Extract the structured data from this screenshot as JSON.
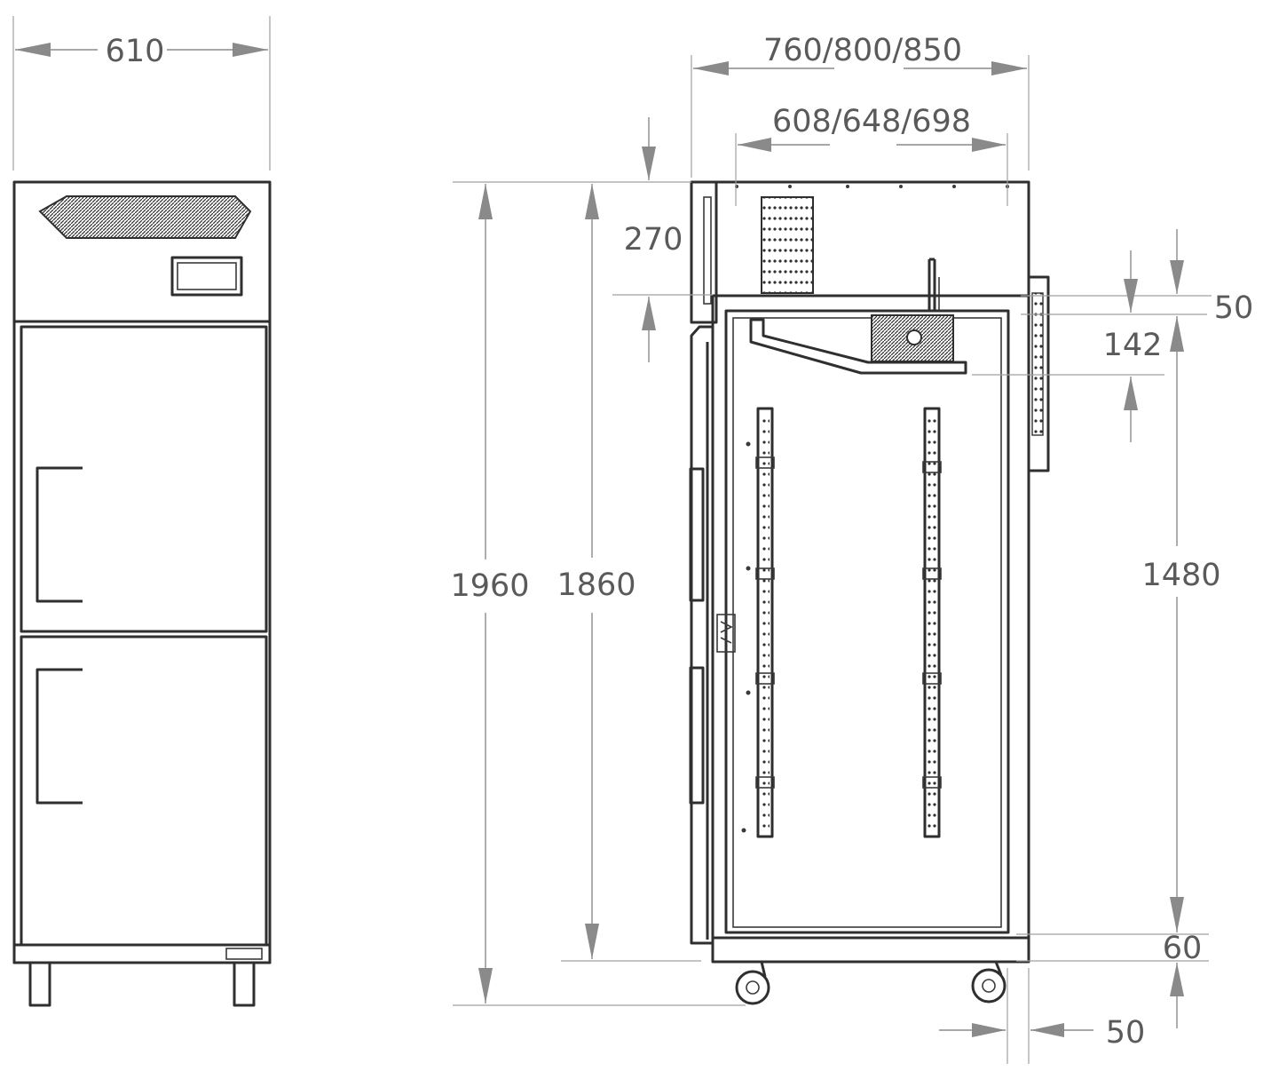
{
  "dimensions": {
    "width_front": "610",
    "depth_outer": "760/800/850",
    "depth_inner": "608/648/698",
    "top_unit_height": "270",
    "total_height": "1960",
    "body_height": "1860",
    "handle_offset_top": "50",
    "handle_length": "142",
    "handle_height_from_bottom": "1480",
    "bottom_clearance": "60",
    "handle_protrusion": "50"
  },
  "colors": {
    "line": "#2f2f2f",
    "dimension": "#8a8a8a",
    "text": "#5a5a5a"
  }
}
